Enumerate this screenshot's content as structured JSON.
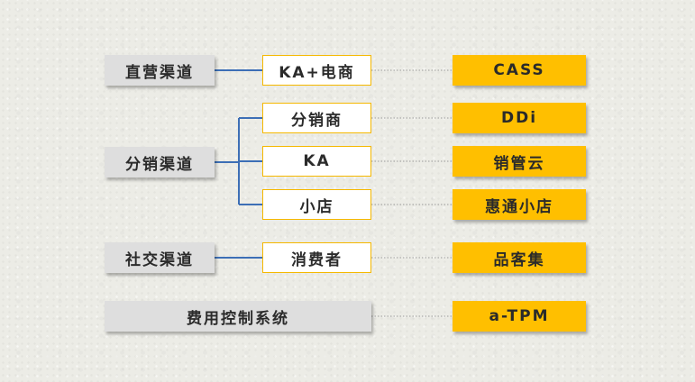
{
  "channels": [
    {
      "label": "直营渠道"
    },
    {
      "label": "分销渠道"
    },
    {
      "label": "社交渠道"
    },
    {
      "label": "费用控制系统"
    }
  ],
  "subchannels": [
    {
      "label": "KA+电商"
    },
    {
      "label": "分销商"
    },
    {
      "label": "KA"
    },
    {
      "label": "小店"
    },
    {
      "label": "消费者"
    }
  ],
  "systems": [
    {
      "label": "CASS"
    },
    {
      "label": "DDi"
    },
    {
      "label": "销管云"
    },
    {
      "label": "惠通小店"
    },
    {
      "label": "品客集"
    },
    {
      "label": "a-TPM"
    }
  ],
  "colors": {
    "accent": "#ffbf00",
    "sub_border": "#f5b800",
    "channel_bg": "#dedede",
    "connector": "#3d6fb6",
    "dotted": "#9a9a9a"
  }
}
